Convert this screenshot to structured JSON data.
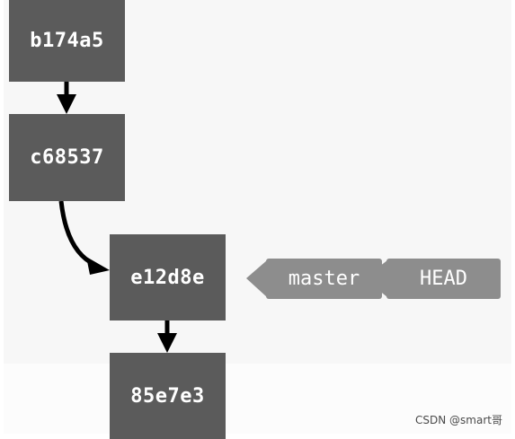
{
  "diagram": {
    "commits": [
      {
        "id": "b174a5"
      },
      {
        "id": "c68537"
      },
      {
        "id": "e12d8e"
      },
      {
        "id": "85e7e3"
      }
    ],
    "refs": {
      "master": "master",
      "head": "HEAD"
    }
  },
  "watermark": "CSDN @smart哥",
  "colors": {
    "commit_fill": "#5b5b5b",
    "ref_fill": "#8d8d8d",
    "arrow": "#000000",
    "background": "#f7f7f7"
  }
}
